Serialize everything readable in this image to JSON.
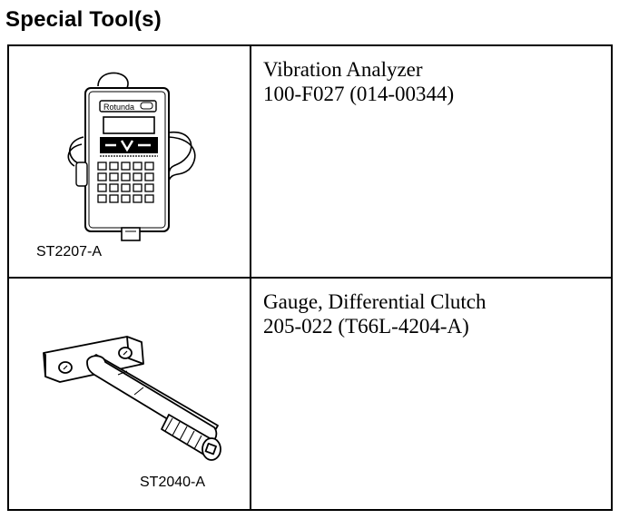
{
  "page": {
    "heading": "Special Tool(s)"
  },
  "tools": [
    {
      "figure_label": "ST2207-A",
      "name": "Vibration Analyzer",
      "part_number": "100-F027 (014-00344)",
      "illustration": "vibration-analyzer-illustration",
      "device_brand": "Rotunda"
    },
    {
      "figure_label": "ST2040-A",
      "name": "Gauge, Differential Clutch",
      "part_number": "205-022 (T66L-4204-A)",
      "illustration": "differential-clutch-gauge-illustration"
    }
  ]
}
